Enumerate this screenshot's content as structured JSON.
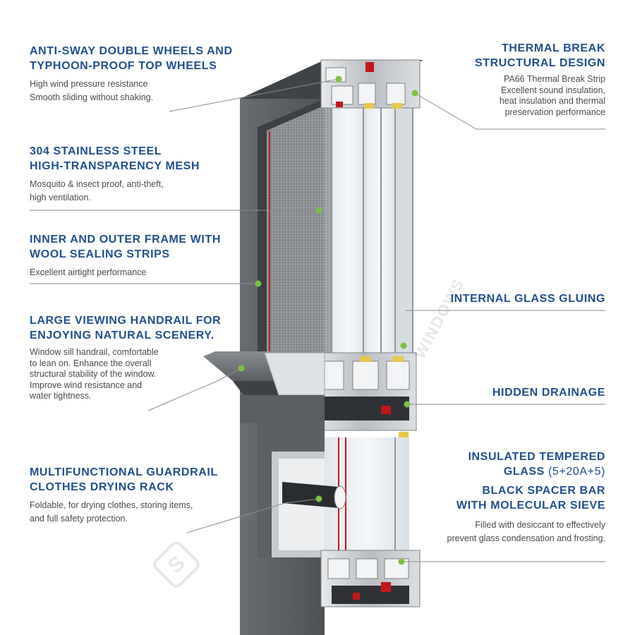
{
  "callouts": {
    "anti_sway": {
      "title": [
        "ANTI-SWAY DOUBLE WHEELS AND",
        "TYPHOON-PROOF TOP WHEELS"
      ],
      "desc": [
        "High wind pressure resistance",
        "Smooth sliding without shaking."
      ]
    },
    "mesh": {
      "title": [
        "304 STAINLESS STEEL",
        "HIGH-TRANSPARENCY MESH"
      ],
      "desc": [
        "Mosquito & insect proof, anti-theft,",
        "high ventilation."
      ]
    },
    "sealing": {
      "title": [
        "INNER AND OUTER FRAME WITH",
        "WOOL SEALING STRIPS"
      ],
      "desc": [
        "Excellent airtight performance"
      ]
    },
    "handrail": {
      "title": [
        "LARGE VIEWING HANDRAIL FOR",
        "ENJOYING NATURAL SCENERY."
      ],
      "desc": [
        "Window sill handrail, comfortable",
        "to lean on. Enhance the overall",
        "structural stability of the window.",
        "Improve wind resistance and",
        "water tightness."
      ]
    },
    "guardrail": {
      "title": [
        "MULTIFUNCTIONAL GUARDRAIL",
        "CLOTHES DRYING RACK"
      ],
      "desc": [
        "Foldable, for drying clothes, storing items,",
        "and full safety protection."
      ]
    },
    "thermal": {
      "title": [
        "THERMAL BREAK",
        "STRUCTURAL DESIGN"
      ],
      "desc": [
        "PA66 Thermal Break Strip",
        "Excellent sound insulation,",
        "heat insulation and thermal",
        "preservation performance"
      ]
    },
    "gluing": {
      "title": [
        "INTERNAL GLASS GLUING"
      ]
    },
    "drainage": {
      "title": [
        "HIDDEN DRAINAGE"
      ]
    },
    "glass": {
      "title_line1": "INSULATED TEMPERED",
      "title_line2_main": "GLASS",
      "title_line2_spec": "(5+20A+5)",
      "title2": [
        "BLACK SPACER BAR",
        "WITH MOLECULAR SIEVE"
      ],
      "desc": [
        "Filled with desiccant to effectively",
        "prevent glass condensation and frosting."
      ]
    }
  },
  "watermark": {
    "text": "WINDOWS"
  },
  "colors": {
    "title": "#20508f",
    "desc": "#4a4a4a",
    "leader_line": "#8a8a8a",
    "marker": "#7cc242",
    "frame_dark": "#4c5054",
    "frame_face": "#5f6367",
    "aluminium": "#c9ccd0",
    "thermal_strip": "#c4161c",
    "glass": "#e8eef2"
  }
}
